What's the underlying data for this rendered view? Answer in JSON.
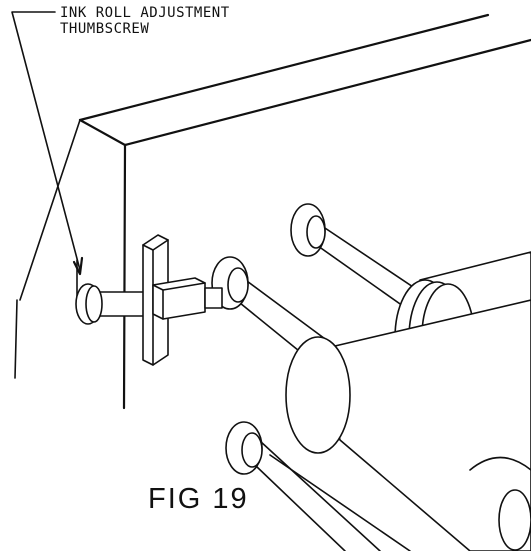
{
  "callout": {
    "line1": "INK ROLL ADJUSTMENT",
    "line2": "THUMBSCREW"
  },
  "figure_label": "FIG 19",
  "colors": {
    "ink": "#111111",
    "paper": "#ffffff"
  }
}
